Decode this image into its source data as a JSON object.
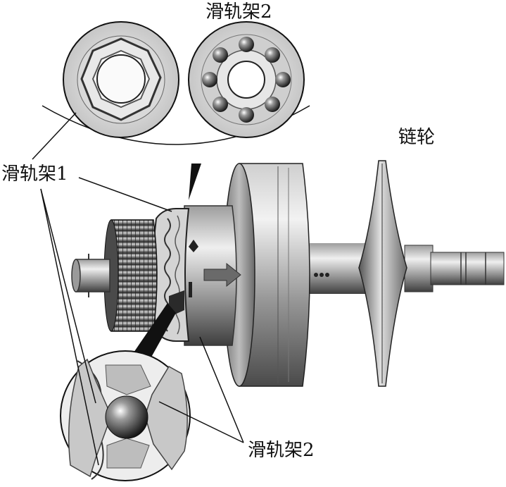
{
  "labels": {
    "slide_rail_2_top": "滑轨架2",
    "sprocket": "链轮",
    "slide_rail_1": "滑轨架1",
    "slide_rail_2_bottom": "滑轨架2"
  },
  "colors": {
    "ink": "#111111",
    "metal_dark": "#3a3a3a",
    "metal_mid": "#8a8a8a",
    "metal_light": "#d6d6d6",
    "background": "#ffffff"
  }
}
